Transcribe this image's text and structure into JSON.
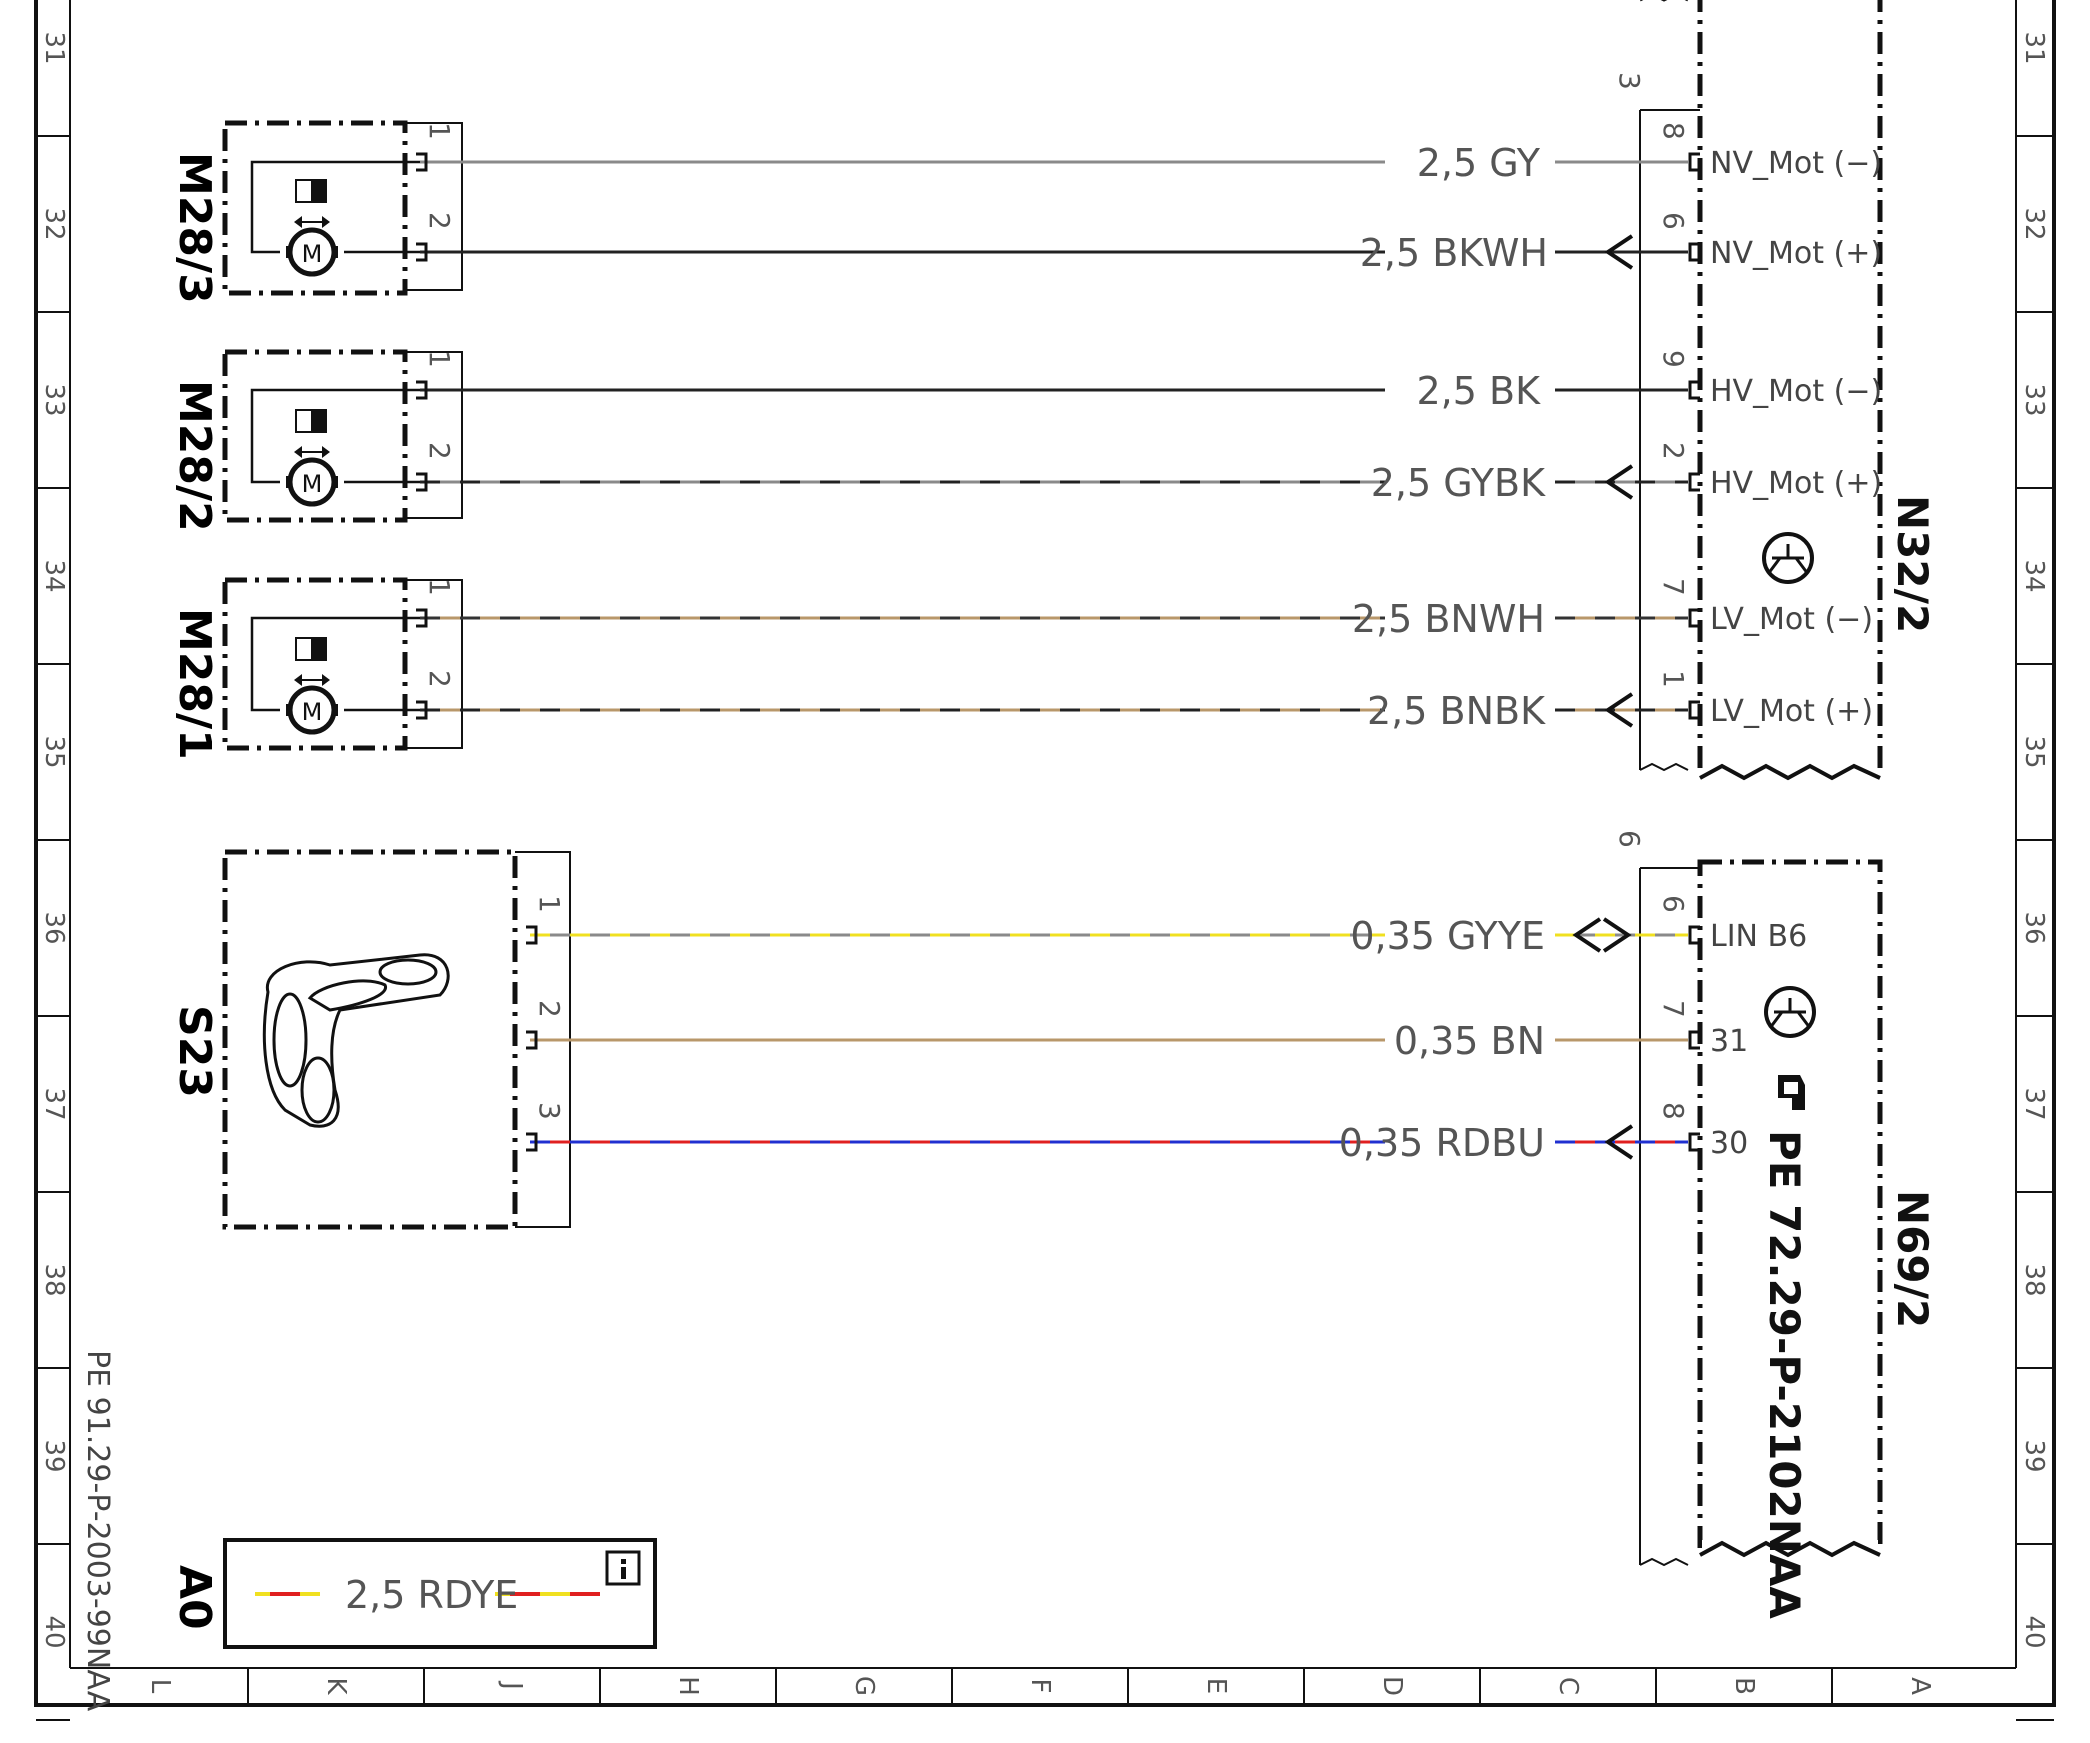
{
  "row_numbers": [
    "31",
    "32",
    "33",
    "34",
    "35",
    "36",
    "37",
    "38",
    "39",
    "40"
  ],
  "column_letters": [
    "L",
    "K",
    "J",
    "H",
    "G",
    "F",
    "E",
    "D",
    "C",
    "B",
    "A"
  ],
  "document_ref": "PE 91.29-P-2003-99NAA",
  "components": {
    "m28_3": "M28/3",
    "m28_2": "M28/2",
    "m28_1": "M28/1",
    "s23": "S23",
    "n32_2": "N32/2",
    "n69_2": "N69/2",
    "a0": "A0"
  },
  "connectors": {
    "n32_2_top": "3",
    "n69_2_top": "6"
  },
  "wires": [
    {
      "label": "2,5 GY",
      "pin_left": "1",
      "pin_right": "8",
      "signal": "NV_Mot (−)",
      "colors": [
        "#8a8a8a"
      ]
    },
    {
      "label": "2,5 BKWH",
      "pin_left": "2",
      "pin_right": "6",
      "signal": "NV_Mot (+)",
      "colors": [
        "#222222"
      ]
    },
    {
      "label": "2,5 BK",
      "pin_left": "1",
      "pin_right": "9",
      "signal": "HV_Mot (−)",
      "colors": [
        "#222222"
      ]
    },
    {
      "label": "2,5 GYBK",
      "pin_left": "2",
      "pin_right": "2",
      "signal": "HV_Mot (+)",
      "colors": [
        "#8a8a8a",
        "#222222"
      ]
    },
    {
      "label": "2,5 BNWH",
      "pin_left": "1",
      "pin_right": "7",
      "signal": "LV_Mot (−)",
      "colors": [
        "#b8976a",
        "#333333"
      ]
    },
    {
      "label": "2,5 BNBK",
      "pin_left": "2",
      "pin_right": "1",
      "signal": "LV_Mot (+)",
      "colors": [
        "#b8976a",
        "#222222"
      ]
    },
    {
      "label": "0,35 GYYE",
      "pin_left": "1",
      "pin_right": "6",
      "signal": "LIN B6",
      "colors": [
        "#8a8a8a",
        "#f0e020"
      ]
    },
    {
      "label": "0,35 BN",
      "pin_left": "2",
      "pin_right": "7",
      "signal": "31",
      "colors": [
        "#b8976a"
      ]
    },
    {
      "label": "0,35 RDBU",
      "pin_left": "3",
      "pin_right": "8",
      "signal": "30",
      "colors": [
        "#e02020",
        "#2030d0"
      ]
    }
  ],
  "n69_2_ref": "PE 72.29-P-2102NAA",
  "legend": {
    "label": "2,5 RDYE",
    "colors": [
      "#e02020",
      "#f0e020"
    ],
    "info_symbol": "info-icon"
  },
  "symbols": {
    "motor_label": "M"
  }
}
